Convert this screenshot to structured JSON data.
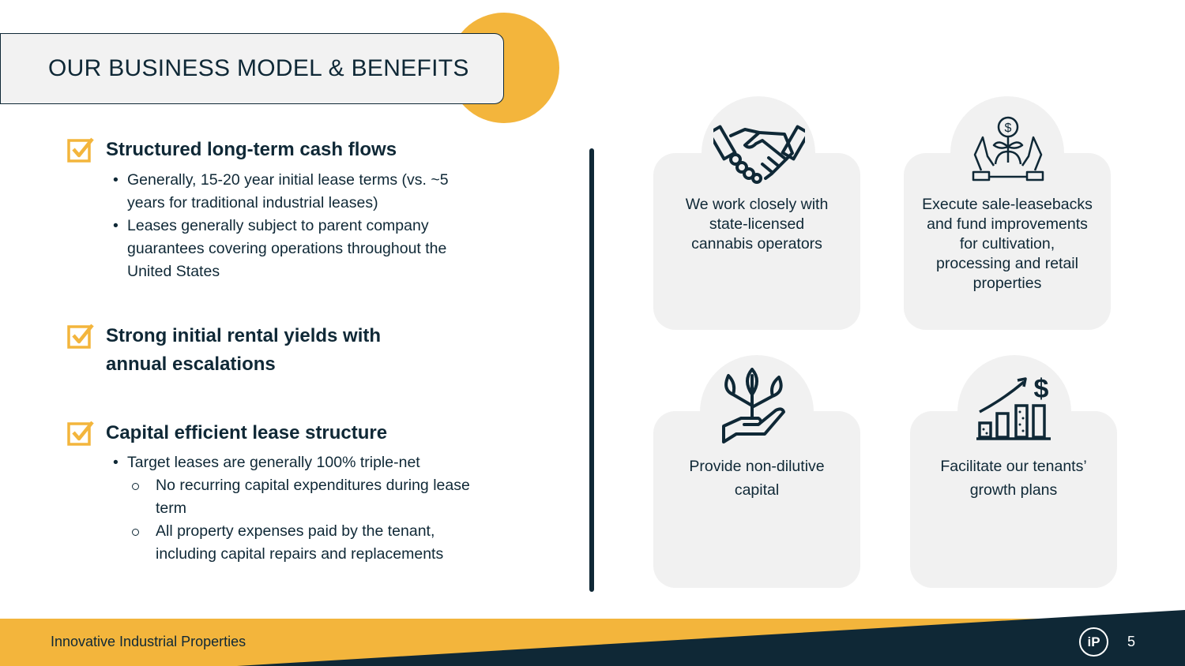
{
  "title": "OUR BUSINESS MODEL & BENEFITS",
  "sections": [
    {
      "heading": "Structured long-term cash flows",
      "bullets": [
        "Generally, 15-20 year initial lease terms (vs. ~5 years for traditional industrial leases)",
        "Leases generally subject to parent company guarantees covering operations throughout the United States"
      ]
    },
    {
      "heading_line1": "Strong initial rental yields with",
      "heading_line2": "annual escalations"
    },
    {
      "heading": "Capital efficient lease structure",
      "bullets": [
        "Target leases are generally 100% triple-net"
      ],
      "subbullets": [
        "No recurring capital expenditures during lease term",
        "All property expenses paid by the tenant, including capital repairs and replacements"
      ]
    }
  ],
  "cards": [
    {
      "icon": "handshake-icon",
      "l1": "We work closely with",
      "l2": "state-licensed",
      "l3": "cannabis operators"
    },
    {
      "icon": "hands-money-plant-icon",
      "l1": "Execute sale-leasebacks",
      "l2": "and fund improvements",
      "l3": "for cultivation,",
      "l4": "processing and retail",
      "l5": "properties"
    },
    {
      "icon": "hand-plant-icon",
      "l1": "Provide non-dilutive",
      "l2": "capital"
    },
    {
      "icon": "growth-chart-icon",
      "l1": "Facilitate our tenants’",
      "l2": "growth plans"
    }
  ],
  "footer": {
    "company": "Innovative Industrial Properties",
    "page": "5",
    "logo": "iP"
  },
  "colors": {
    "accent": "#f3b53c",
    "navy": "#0f2836",
    "card": "#f1f1f1"
  }
}
